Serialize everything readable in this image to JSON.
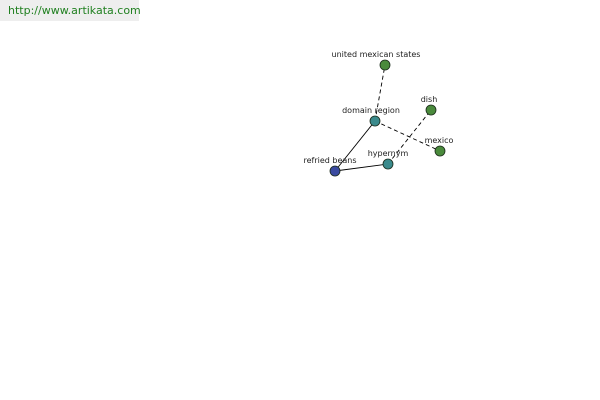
{
  "source_link": {
    "text": "http://www.artikata.com"
  },
  "colors": {
    "link": "#208020",
    "bar": "#eeeeee",
    "edge": "#000000",
    "node_stroke": "#1a2a1a",
    "green_node": "#4a8a3c",
    "teal_node": "#3a8a8c",
    "blue_node": "#3a4aa0"
  },
  "graph": {
    "nodes": [
      {
        "id": "united-mexican-states",
        "label": "united mexican states",
        "color": "green_node"
      },
      {
        "id": "dish",
        "label": "dish",
        "color": "green_node"
      },
      {
        "id": "domain-region",
        "label": "domain region",
        "color": "teal_node"
      },
      {
        "id": "mexico",
        "label": "mexico",
        "color": "green_node"
      },
      {
        "id": "hypernym",
        "label": "hypernym",
        "color": "teal_node"
      },
      {
        "id": "refried-beans",
        "label": "refried beans",
        "color": "blue_node"
      }
    ],
    "edges": [
      {
        "from": "refried-beans",
        "to": "domain-region",
        "style": "solid"
      },
      {
        "from": "refried-beans",
        "to": "hypernym",
        "style": "solid"
      },
      {
        "from": "domain-region",
        "to": "united-mexican-states",
        "style": "dashed"
      },
      {
        "from": "domain-region",
        "to": "mexico",
        "style": "dashed"
      },
      {
        "from": "hypernym",
        "to": "dish",
        "style": "dashed"
      }
    ]
  }
}
